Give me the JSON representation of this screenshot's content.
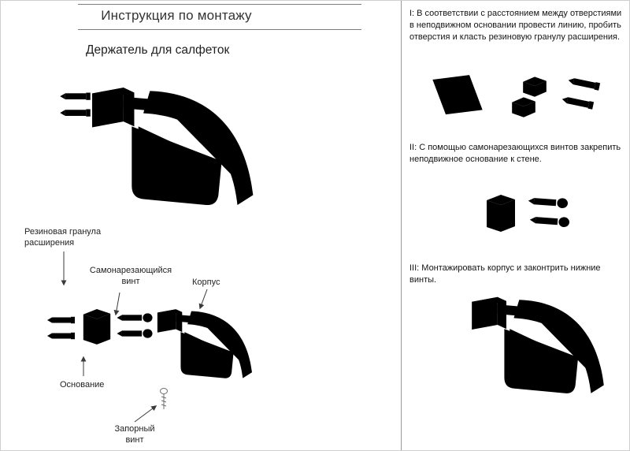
{
  "page": {
    "title": "Инструкция по монтажу",
    "subtitle": "Держатель для салфеток"
  },
  "callouts": {
    "rubber_plug": "Резиновая гранула\nрасширения",
    "self_tapping_screw": "Самонарезающийся\nвинт",
    "body": "Корпус",
    "base": "Основание",
    "locking_screw": "Запорный\nвинт"
  },
  "steps": [
    {
      "text": "I: В соответствии с расстоянием между отверстиями в неподвижном основании провести линию, пробить отверстия и класть резиновую гранулу расширения."
    },
    {
      "text": "II: С помощью самонарезающихся винтов закрепить неподвижное основание к стене."
    },
    {
      "text": "III: Монтажировать корпус и законтрить нижние винты."
    }
  ]
}
